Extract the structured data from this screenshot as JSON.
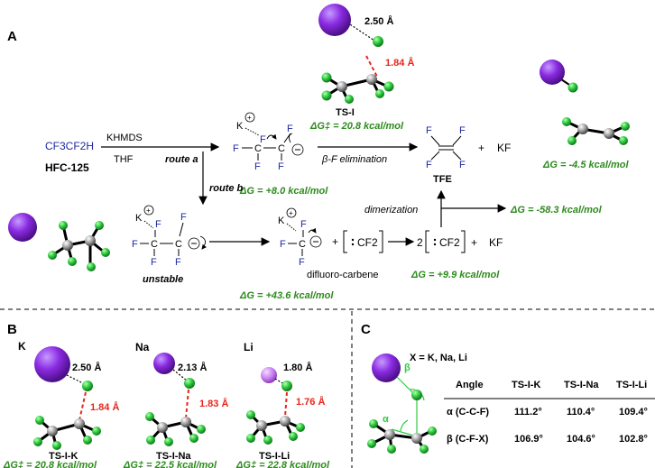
{
  "panels": {
    "a": "A",
    "b": "B",
    "c": "C"
  },
  "colors": {
    "green_energy": "#2e8b1e",
    "fluorine_blue": "#1f2aa0",
    "distance_red": "#e8251c",
    "metal_purple": "#8a2be2",
    "fluorine_atom": "#2ecc40",
    "carbon_atom": "#9a9a9a"
  },
  "panel_a": {
    "reactant_formula": "CF3CF2H",
    "reactant_name": "HFC-125",
    "reagent": "KHMDS",
    "solvent": "THF",
    "route_a": "route a",
    "route_b": "route b",
    "route_a_dG": "ΔG = +8.0 kcal/mol",
    "beta_elim": "β-F elimination",
    "product_name": "TFE",
    "byproduct": "KF",
    "ts_label": "TS-I",
    "ts_k_dist": "2.50 Å",
    "ts_cf_dist": "1.84 Å",
    "ts_dG": "ΔG‡ = 20.8 kcal/mol",
    "product_dG": "ΔG = -4.5 kcal/mol",
    "unstable": "unstable",
    "route_b_dG": "ΔG = +43.6 kcal/mol",
    "carbene_name": "difluoro-carbene",
    "carbene_dG": "ΔG = +9.9 kcal/mol",
    "carbene_coef": "2",
    "carbene_sym": "CF2",
    "dimerization": "dimerization",
    "dimer_dG": "ΔG = -58.3 kcal/mol",
    "plus": "+"
  },
  "panel_b": {
    "structures": [
      {
        "metal": "K",
        "m_dist": "2.50 Å",
        "cf_dist": "1.84 Å",
        "label": "TS-I-K",
        "dG": "ΔG‡ = 20.8 kcal/mol"
      },
      {
        "metal": "Na",
        "m_dist": "2.13 Å",
        "cf_dist": "1.83 Å",
        "label": "TS-I-Na",
        "dG": "ΔG‡ = 22.5 kcal/mol"
      },
      {
        "metal": "Li",
        "m_dist": "1.80 Å",
        "cf_dist": "1.76 Å",
        "label": "TS-I-Li",
        "dG": "ΔG‡ = 22.8 kcal/mol"
      }
    ]
  },
  "panel_c": {
    "x_def": "X = K, Na, Li",
    "alpha": "α",
    "beta": "β",
    "table": {
      "headers": [
        "Angle",
        "TS-I-K",
        "TS-I-Na",
        "TS-I-Li"
      ],
      "rows": [
        [
          "α (C-C-F)",
          "111.2°",
          "110.4°",
          "109.4°"
        ],
        [
          "β (C-F-X)",
          "106.9°",
          "104.6°",
          "102.8°"
        ]
      ]
    }
  }
}
